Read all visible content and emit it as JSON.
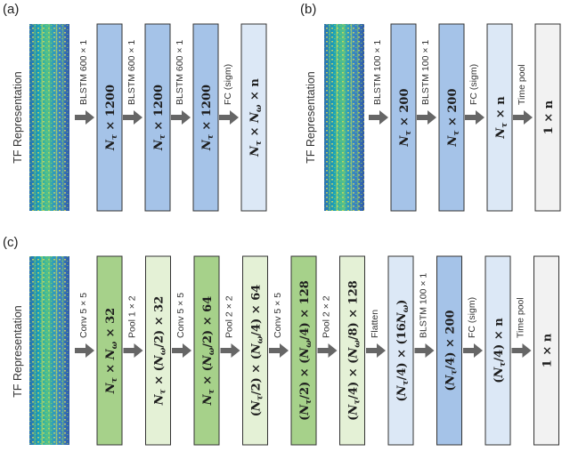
{
  "colors": {
    "blue_dark": "#a5c3e8",
    "blue_light": "#dce8f6",
    "green_dark": "#a6d18a",
    "green_light": "#e4f1d6",
    "gray": "#f2f2f2",
    "arrow": "#666666"
  },
  "panels": [
    {
      "id": "a",
      "label": "(a)",
      "input_label": "TF Representation",
      "layers": [
        {
          "op": "BLSTM 600 × 1",
          "box": "N_τ × 1200",
          "color": "blue_dark"
        },
        {
          "op": "BLSTM 600 × 1",
          "box": "N_τ × 1200",
          "color": "blue_dark"
        },
        {
          "op": "BLSTM 600 × 1",
          "box": "N_τ × 1200",
          "color": "blue_dark"
        },
        {
          "op": "FC (sigm)",
          "box": "N_τ × N_ω × n",
          "color": "blue_light"
        }
      ]
    },
    {
      "id": "b",
      "label": "(b)",
      "input_label": "TF Representation",
      "layers": [
        {
          "op": "BLSTM 100 × 1",
          "box": "N_τ × 200",
          "color": "blue_dark"
        },
        {
          "op": "BLSTM 100 × 1",
          "box": "N_τ × 200",
          "color": "blue_dark"
        },
        {
          "op": "FC (sigm)",
          "box": "N_τ × n",
          "color": "blue_light"
        },
        {
          "op": "Time pool",
          "box": "1 × n",
          "color": "gray"
        }
      ]
    },
    {
      "id": "c",
      "label": "(c)",
      "input_label": "TF Representation",
      "layers": [
        {
          "op": "Conv 5 × 5",
          "box": "N_τ × N_ω × 32",
          "color": "green_dark"
        },
        {
          "op": "Pool 1 × 2",
          "box": "N_τ × (N_ω/2) × 32",
          "color": "green_light"
        },
        {
          "op": "Conv 5 × 5",
          "box": "N_τ × (N_ω/2) × 64",
          "color": "green_dark"
        },
        {
          "op": "Pool 2 × 2",
          "box": "(N_τ/2) × (N_ω/4) × 64",
          "color": "green_light"
        },
        {
          "op": "Conv 5 × 5",
          "box": "(N_τ/2) × (N_ω/4) × 128",
          "color": "green_dark"
        },
        {
          "op": "Pool 2 × 2",
          "box": "(N_τ/4) × (N_ω/8) × 128",
          "color": "green_light"
        },
        {
          "op": "Flatten",
          "box": "(N_τ/4) × (16N_ω)",
          "color": "blue_light"
        },
        {
          "op": "BLSTM 100 × 1",
          "box": "(N_τ/4) × 200",
          "color": "blue_dark"
        },
        {
          "op": "FC (sigm)",
          "box": "(N_τ/4) × n",
          "color": "blue_light"
        },
        {
          "op": "Time pool",
          "box": "1 × n",
          "color": "gray"
        }
      ]
    }
  ]
}
